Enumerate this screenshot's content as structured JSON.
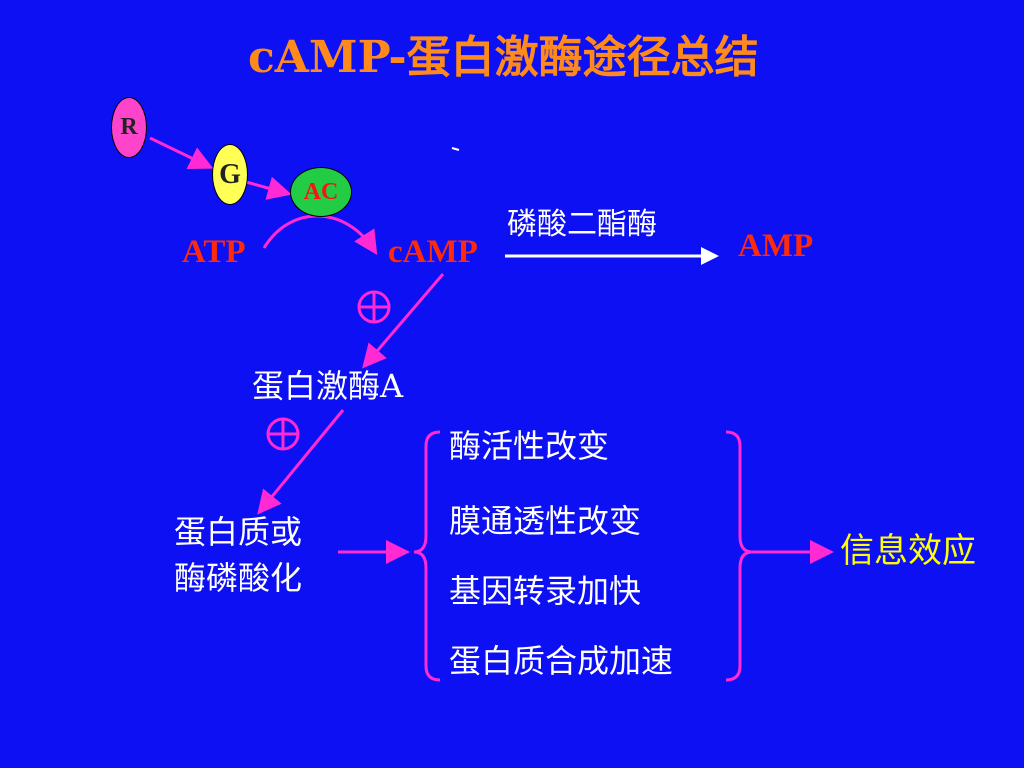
{
  "title": "cAMP-蛋白激酶途径总结",
  "nodes": {
    "r": "R",
    "g": "G",
    "ac": "AC"
  },
  "labels": {
    "atp": "ATP",
    "camp": "cAMP",
    "amp": "AMP",
    "phosphodiesterase": "磷酸二酯酶",
    "pka": "蛋白激酶A",
    "phosphorylation_line1": "蛋白质或",
    "phosphorylation_line2": "酶磷酸化",
    "result": "信息效应"
  },
  "effects": [
    "酶活性改变",
    "膜通透性改变",
    "基因转录加快",
    "蛋白质合成加速"
  ],
  "symbols": {
    "activation": "⊕"
  },
  "colors": {
    "background": "#0c10f2",
    "title": "#ff8a1c",
    "arrow": "#ff2ad4",
    "node_r": "#ff44cc",
    "node_g": "#ffff55",
    "node_ac": "#22cc44",
    "node_text_red": "#ff1111",
    "node_text_dark": "#222222",
    "highlight_text": "#ff2a0a",
    "result_text": "#ffff00",
    "text": "#ffffff"
  }
}
